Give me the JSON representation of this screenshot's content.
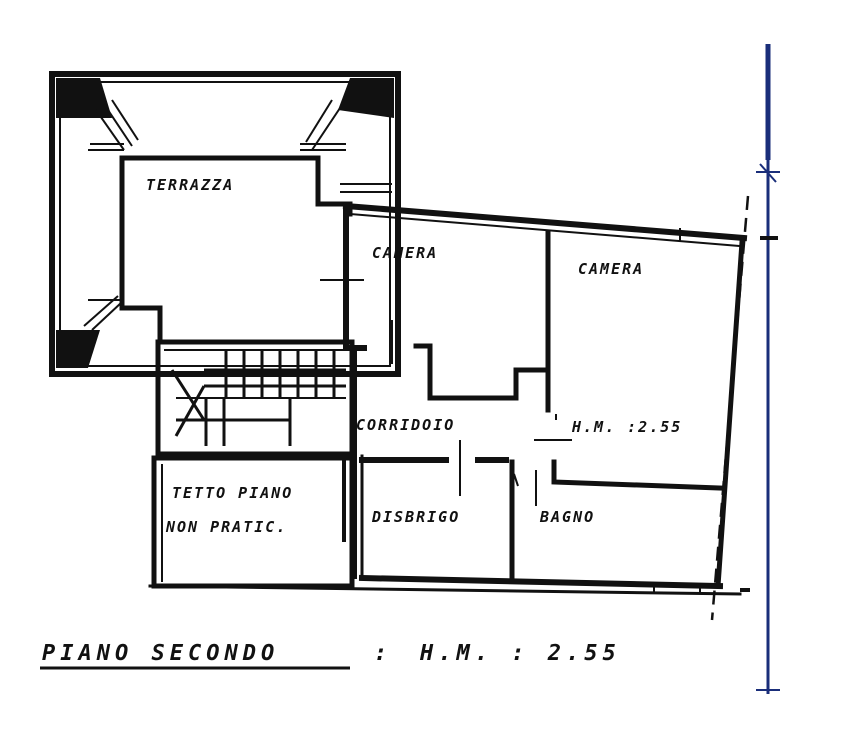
{
  "labels": {
    "terrazza": "TERRAZZA",
    "camera_left": "CAMERA",
    "camera_right": "CAMERA",
    "corridoio": "CORRIDOIO",
    "hm_room": "H.M. :2.55",
    "tetto_line1": "TETTO PIANO",
    "tetto_line2": "NON PRATIC.",
    "disbrigo": "DISBRIGO",
    "bagno": "BAGNO",
    "footer_title": "PIANO SECONDO",
    "footer_sep": ":",
    "footer_hm": "H.M. : 2.55"
  },
  "colors": {
    "ink": "#111111",
    "axis_line": "#1a2e7a",
    "background": "#ffffff"
  }
}
